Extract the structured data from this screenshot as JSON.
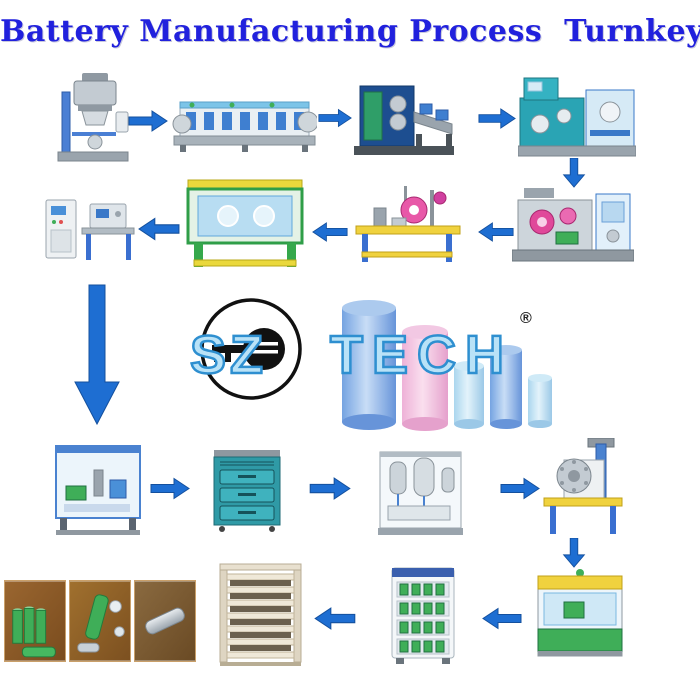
{
  "title": "Battery Manufacturing Process  Turnkey Solution",
  "logo": {
    "brand_left": "SZ",
    "brand_right": "TECH",
    "registered": "®"
  },
  "stages": {
    "row1_left_to_right": [
      "mixing-machine",
      "coating-machine",
      "calendering-machine",
      "slitting-machine"
    ],
    "row2_right_to_left": [
      "winding-machine",
      "cell-assembly-machine",
      "glovebox-station",
      "testing-machine"
    ],
    "row3_left_to_right": [
      "grooving-machine",
      "baking-oven",
      "electrolyte-filling-machine",
      "crimping-machine"
    ],
    "row4_right_to_left": [
      "washing-machine",
      "formation-machine",
      "aging-rack",
      "finished-battery-photos"
    ]
  },
  "colors": {
    "background": "#ffffff",
    "title": "#2121dd",
    "arrow": "#1e6ed2",
    "arrow_dark": "#14509e",
    "logo_fill": "#b9e2f7",
    "logo_outline": "#2e8fd0",
    "registered": "#222222"
  }
}
